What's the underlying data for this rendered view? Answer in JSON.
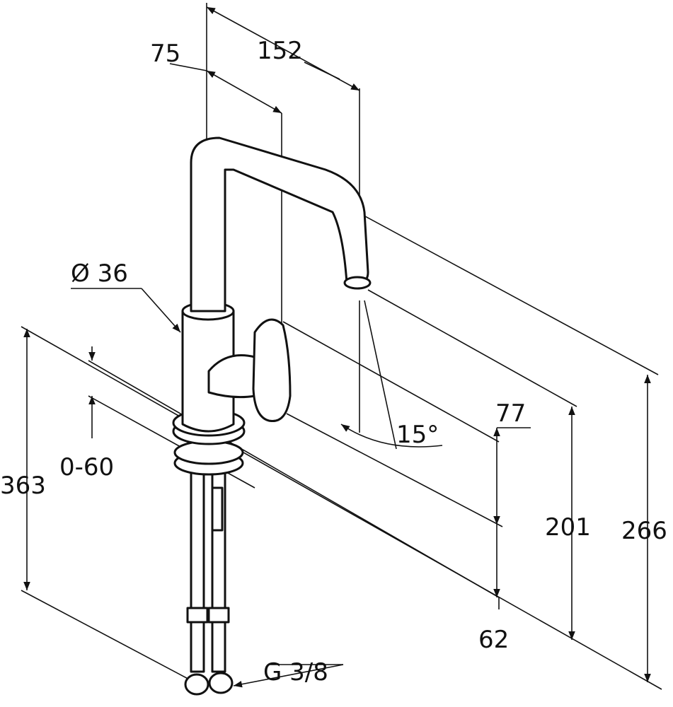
{
  "drawing": {
    "dimensions": {
      "spout_offset": "75",
      "spout_reach": "152",
      "body_diameter": "Ø 36",
      "total_height": "363",
      "deck_thickness": "0-60",
      "swivel_angle": "15°",
      "handle_dim": "77",
      "spout_outlet_height": "201",
      "spout_top_height": "266",
      "lower_dim": "62",
      "connection_thread": "G 3/8"
    }
  }
}
